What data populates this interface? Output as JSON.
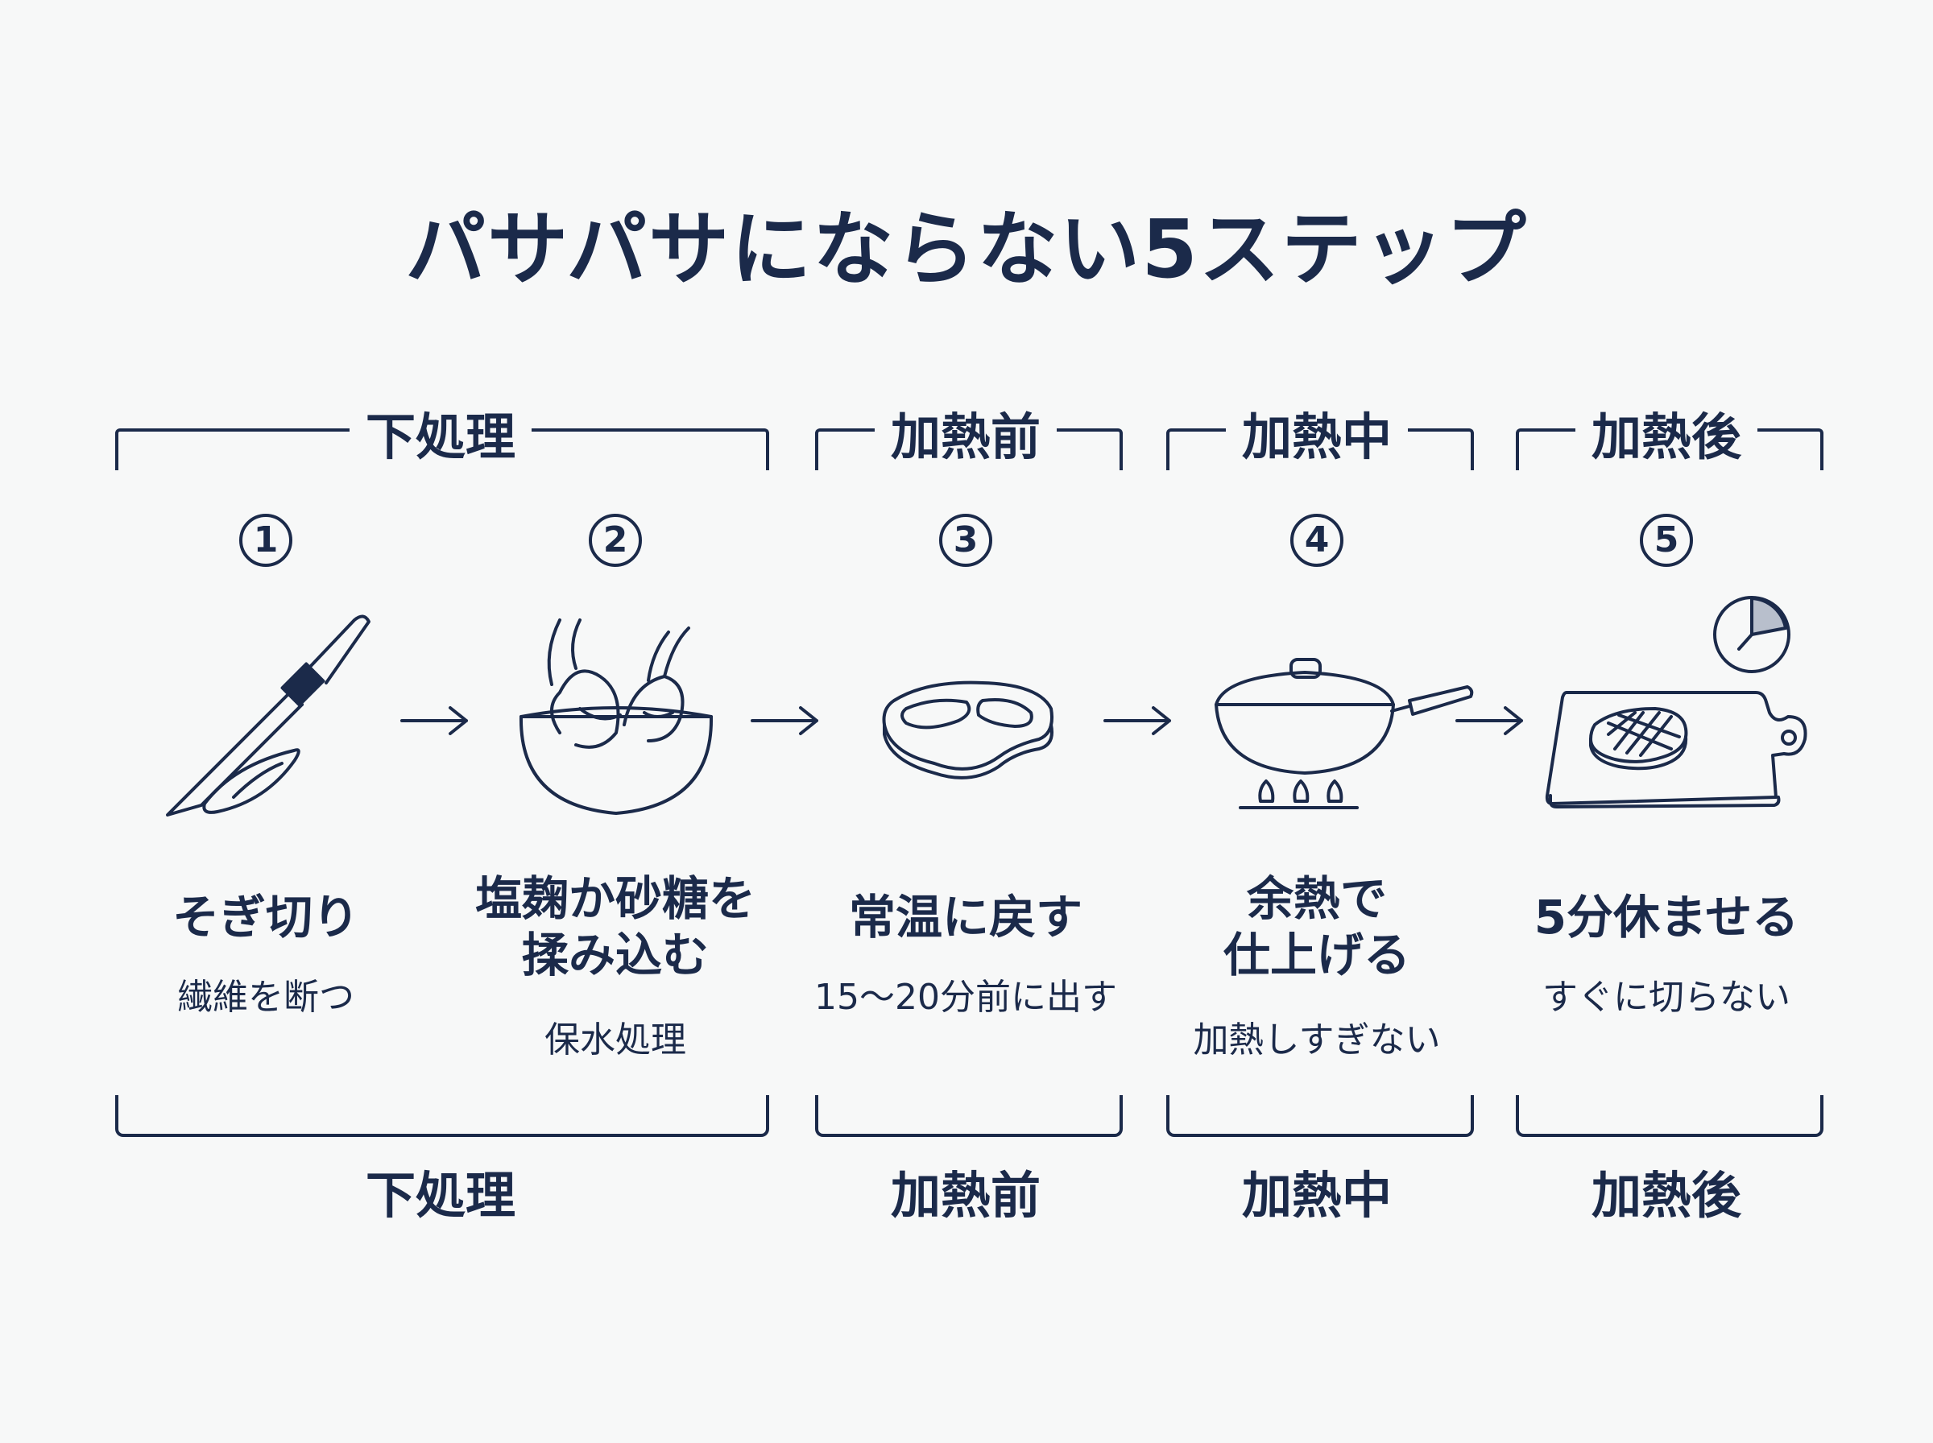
{
  "title": "パサパサにならない5ステップ",
  "phases": [
    {
      "label": "下処理"
    },
    {
      "label": "加熱前"
    },
    {
      "label": "加熱中"
    },
    {
      "label": "加熱後"
    }
  ],
  "steps": [
    {
      "number": "1",
      "title_line1": "そぎ切り",
      "title_line2": "",
      "subtitle": "繊維を断つ",
      "icon": "knife-icon"
    },
    {
      "number": "2",
      "title_line1": "塩麹か砂糖を",
      "title_line2": "揉み込む",
      "subtitle": "保水処理",
      "icon": "kneading-bowl-icon"
    },
    {
      "number": "3",
      "title_line1": "常温に戻す",
      "title_line2": "",
      "subtitle": "15〜20分前に出す",
      "icon": "steak-icon"
    },
    {
      "number": "4",
      "title_line1": "余熱で",
      "title_line2": "仕上げる",
      "subtitle": "加熱しすぎない",
      "icon": "pan-on-stove-icon"
    },
    {
      "number": "5",
      "title_line1": "5分休ませる",
      "title_line2": "",
      "subtitle": "すぐに切らない",
      "icon": "cutting-board-clock-icon"
    }
  ],
  "colors": {
    "primary": "#1b2a4a",
    "background": "#f7f8f8"
  }
}
